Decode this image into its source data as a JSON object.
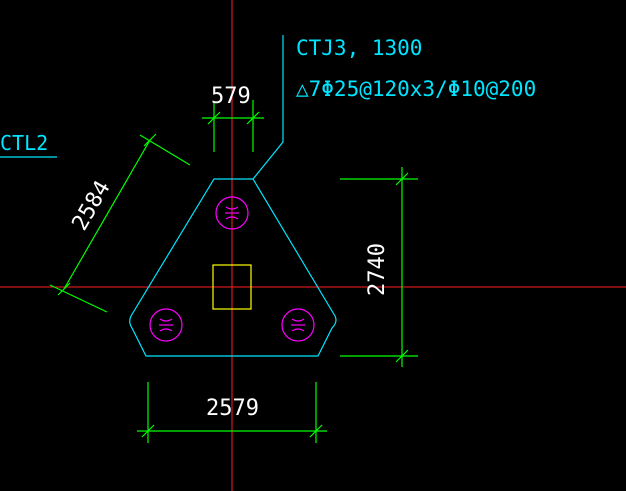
{
  "colors": {
    "background": "#000000",
    "axis": "#ff2020",
    "cyan": "#00e5ff",
    "green": "#00ff00",
    "magenta": "#ff00ff",
    "yellow": "#ffff00",
    "white": "#ffffff"
  },
  "cap_label": {
    "line1": "CTJ3, 1300",
    "line2": "△7Φ25@120x3/Φ10@200"
  },
  "beam_label": "CTL2",
  "dimensions": {
    "top_width": "579",
    "left_side": "2584",
    "right_height": "2740",
    "bottom_width": "2579"
  }
}
